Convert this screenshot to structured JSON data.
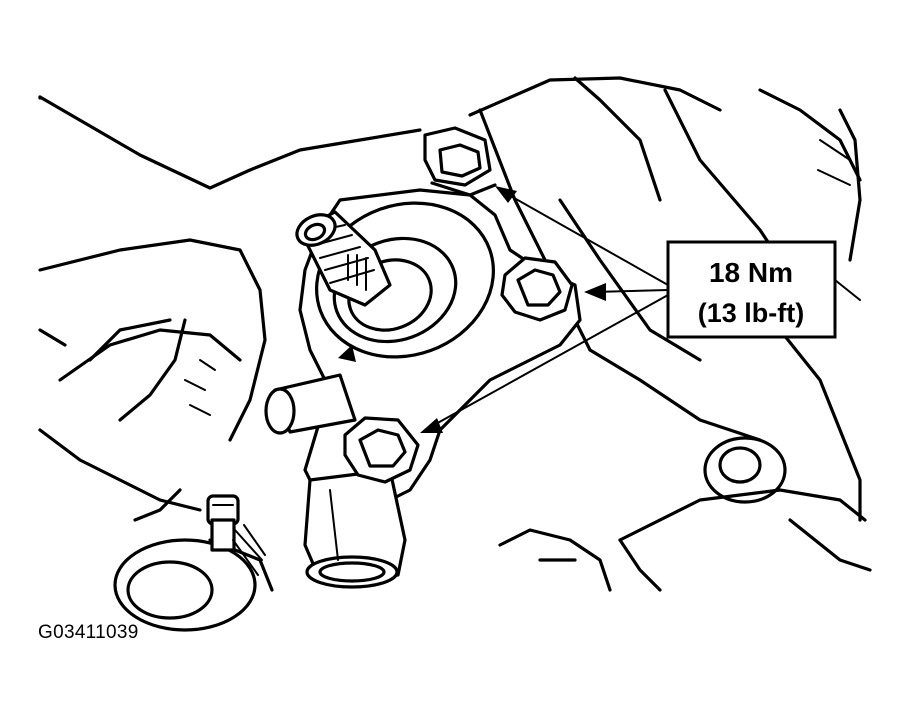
{
  "callout": {
    "torque_nm": "18 Nm",
    "torque_lbft": "(13 lb-ft)"
  },
  "figure": {
    "id": "G03411039"
  },
  "colors": {
    "ink": "#000000",
    "paper": "#ffffff"
  }
}
